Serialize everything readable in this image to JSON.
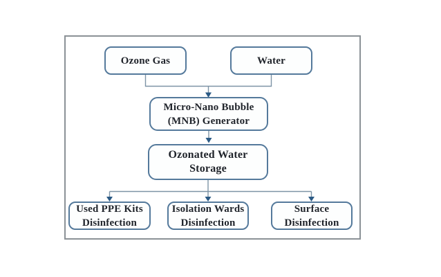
{
  "flowchart": {
    "nodes": {
      "ozone_gas": {
        "label": "Ozone Gas"
      },
      "water": {
        "label": "Water"
      },
      "mnb": {
        "label": "Micro-Nano Bubble\n(MNB) Generator"
      },
      "storage": {
        "label": "Ozonated Water Storage"
      },
      "ppe": {
        "label": "Used PPE Kits\nDisinfection"
      },
      "isolation": {
        "label": "Isolation Wards\nDisinfection"
      },
      "surface": {
        "label": "Surface\nDisinfection"
      }
    },
    "edges": [
      {
        "from": "ozone_gas",
        "to": "mnb"
      },
      {
        "from": "water",
        "to": "mnb"
      },
      {
        "from": "mnb",
        "to": "storage"
      },
      {
        "from": "storage",
        "to": "ppe"
      },
      {
        "from": "storage",
        "to": "isolation"
      },
      {
        "from": "storage",
        "to": "surface"
      }
    ],
    "colors": {
      "background": "#ffffff",
      "frame_border": "#8b9196",
      "node_border": "#54799b",
      "node_fill": "#fdfefe",
      "text": "#20242b",
      "connector_line": "#7d93a6",
      "arrowhead": "#2b5a85"
    }
  }
}
